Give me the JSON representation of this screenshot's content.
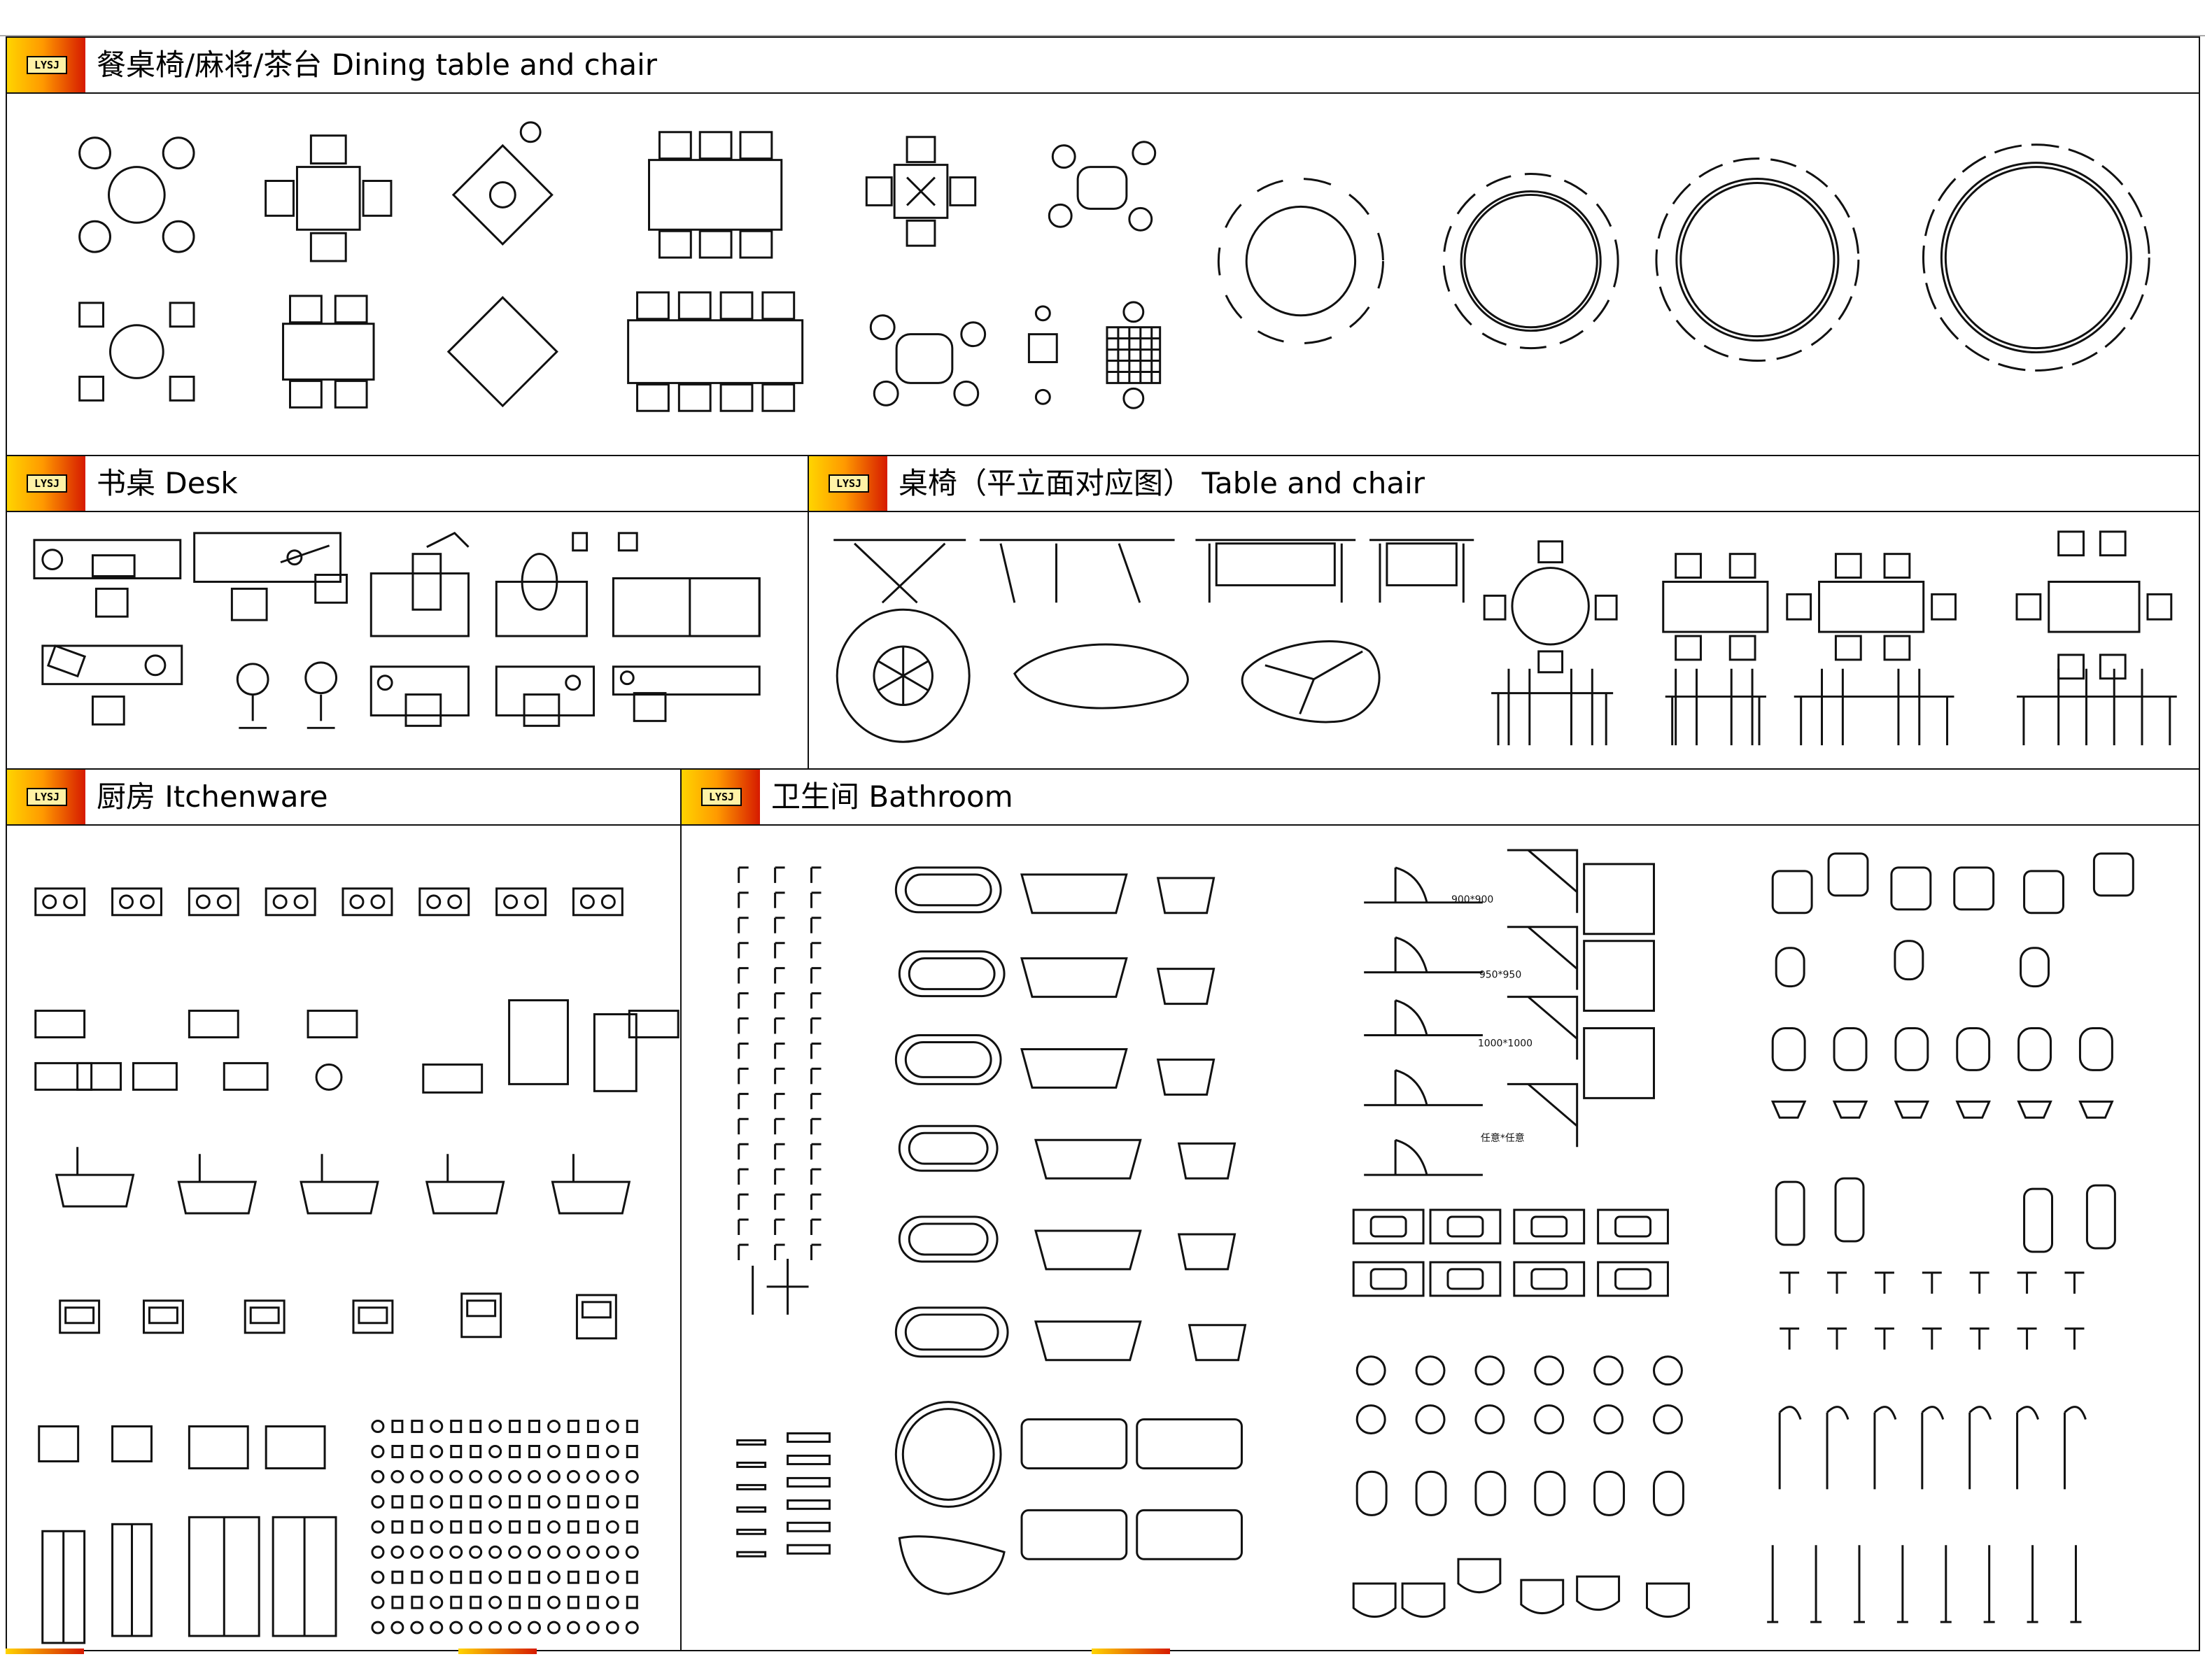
{
  "badge_text": "LYSJ",
  "sections": {
    "dining": {
      "title": "餐桌椅/麻将/茶台 Dining table and chair"
    },
    "desk": {
      "title": "书桌 Desk"
    },
    "table_chair": {
      "title": "桌椅（平立面对应图） Table and chair"
    },
    "kitchen": {
      "title": "厨房 Itchenware"
    },
    "bathroom": {
      "title": "卫生间 Bathroom"
    }
  },
  "bathroom_labels": {
    "shower_900": "900*900",
    "shower_950": "950*950",
    "shower_1000": "1000*1000",
    "shower_any": "任意*任意"
  },
  "colors": {
    "badge_start": "#ffd400",
    "badge_end": "#d61a00",
    "line": "#111111"
  }
}
